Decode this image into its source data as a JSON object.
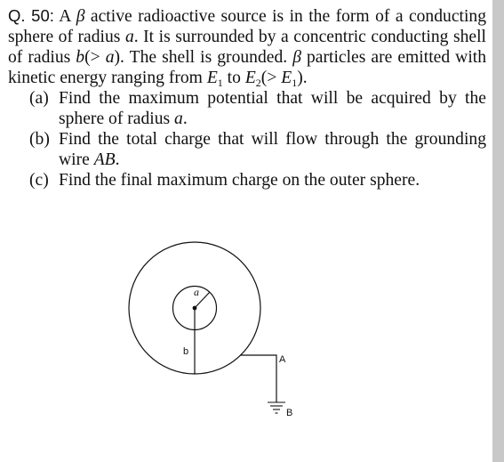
{
  "question": {
    "label": "Q. 50:",
    "stem_segments": [
      " A ",
      "β",
      " active radioactive source is in the form of a conducting sphere of radius ",
      "a",
      ". It is surrounded by a concentric conducting shell of radius ",
      "b",
      "(> ",
      "a",
      "). The shell is grounded. ",
      "β",
      " particles are emitted with kinetic energy ranging from ",
      "E",
      "1",
      " to ",
      "E",
      "2",
      "(> ",
      "E",
      "1",
      ")."
    ],
    "parts": [
      {
        "label": "(a)",
        "text_before": "Find the maximum potential that will be acquired by the sphere of radius ",
        "var": "a",
        "text_after": "."
      },
      {
        "label": "(b)",
        "text_before": "Find the total charge that will flow through the grounding wire ",
        "var": "AB",
        "text_after": "."
      },
      {
        "label": "(c)",
        "text_before": "Find the final maximum charge on the outer sphere.",
        "var": "",
        "text_after": ""
      }
    ]
  },
  "figure": {
    "inner_radius_label": "a",
    "outer_radius_label": "b",
    "wire_top_label": "A",
    "wire_bottom_label": "B"
  },
  "colors": {
    "text": "#111111",
    "scrollbar": "#c8c8c8"
  }
}
